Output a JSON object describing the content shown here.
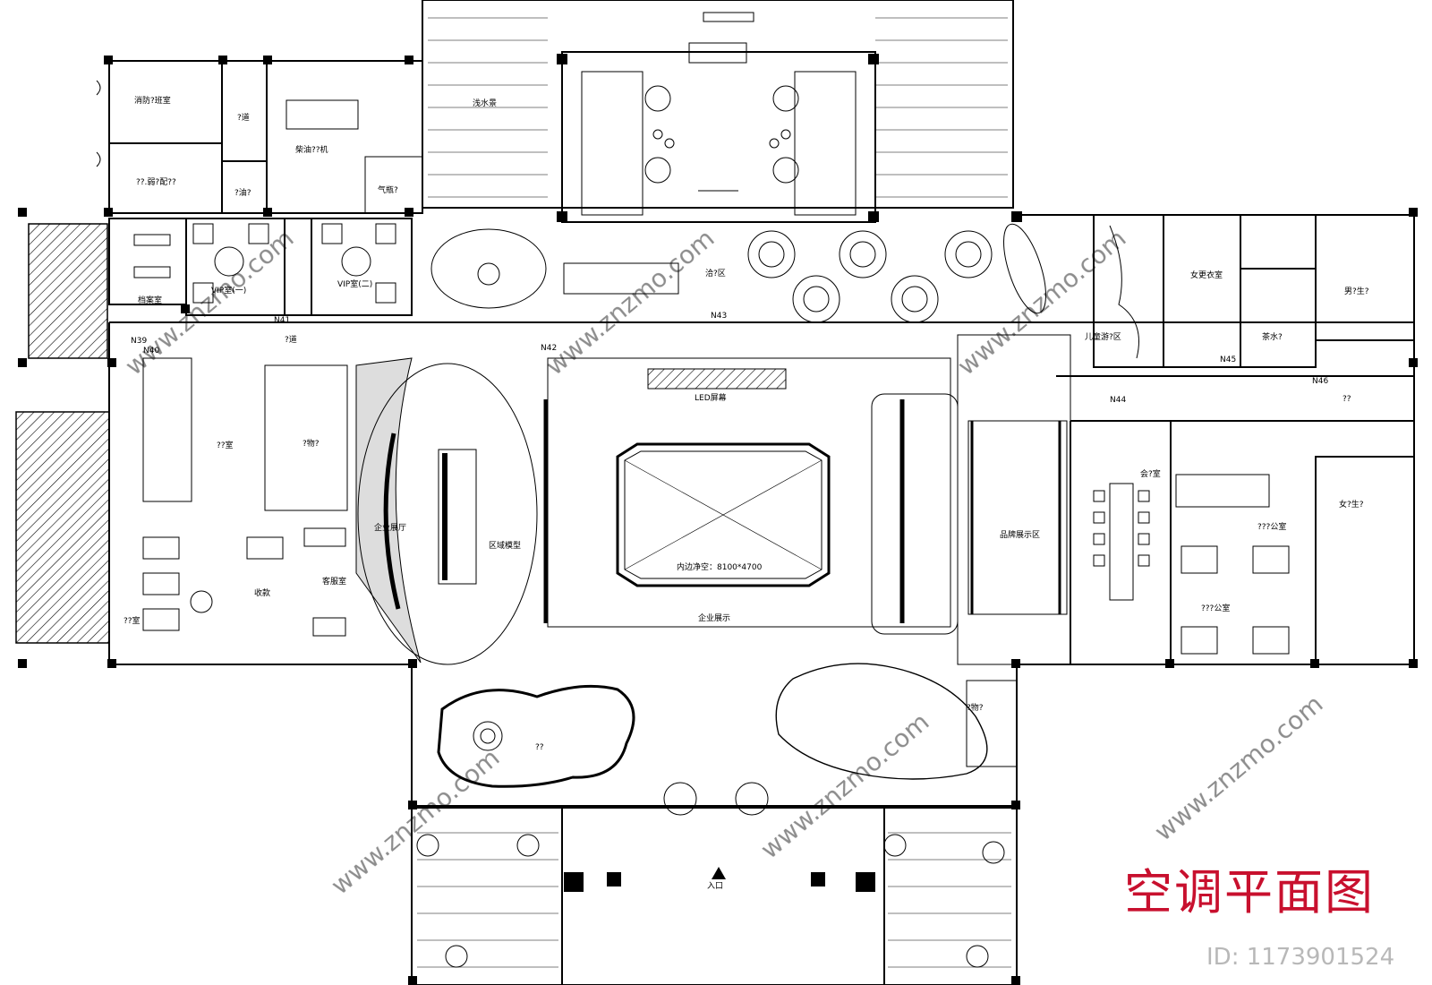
{
  "title": "空调平面图",
  "image_id_label": "ID: 1173901524",
  "watermark": "www.znzmo.com",
  "rooms": {
    "fire_control": "消防?班室",
    "corridor_top": "?道",
    "diesel": "柴油??机",
    "power": "??.弱?配??",
    "oil": "?油?",
    "gas": "气瓶?",
    "shallow_water": "浅水景",
    "vip1": "VIP室(一)",
    "vip2": "VIP室(二)",
    "archive": "档案室",
    "corridor_mid": "?道",
    "office_left": "??室",
    "storage_left": "?物?",
    "cashier": "收款",
    "reception": "客服室",
    "office_bottom_left": "??室",
    "enterprise_hall": "企业展厅",
    "area_model": "区域模型",
    "led": "LED屏幕",
    "negotiation": "洽?区",
    "inner_space": "内边净空：8100*4700",
    "enterprise_display": "企业展示",
    "brand_display": "品牌展示区",
    "water": "??",
    "storage_bottom": "?物?",
    "entrance": "入口",
    "kids": "儿童游?区",
    "female_locker": "女更衣室",
    "tea": "茶水?",
    "male_wc": "男?生?",
    "female_wc": "女?生?",
    "corridor_right": "??",
    "meeting": "会?室",
    "office_a": "???公室",
    "office_b": "???公室"
  },
  "markers": {
    "n39": "N39",
    "n40": "N40",
    "n41": "N41",
    "n42": "N42",
    "n43": "N43",
    "n44": "N44",
    "n45": "N45",
    "n46": "N46"
  }
}
